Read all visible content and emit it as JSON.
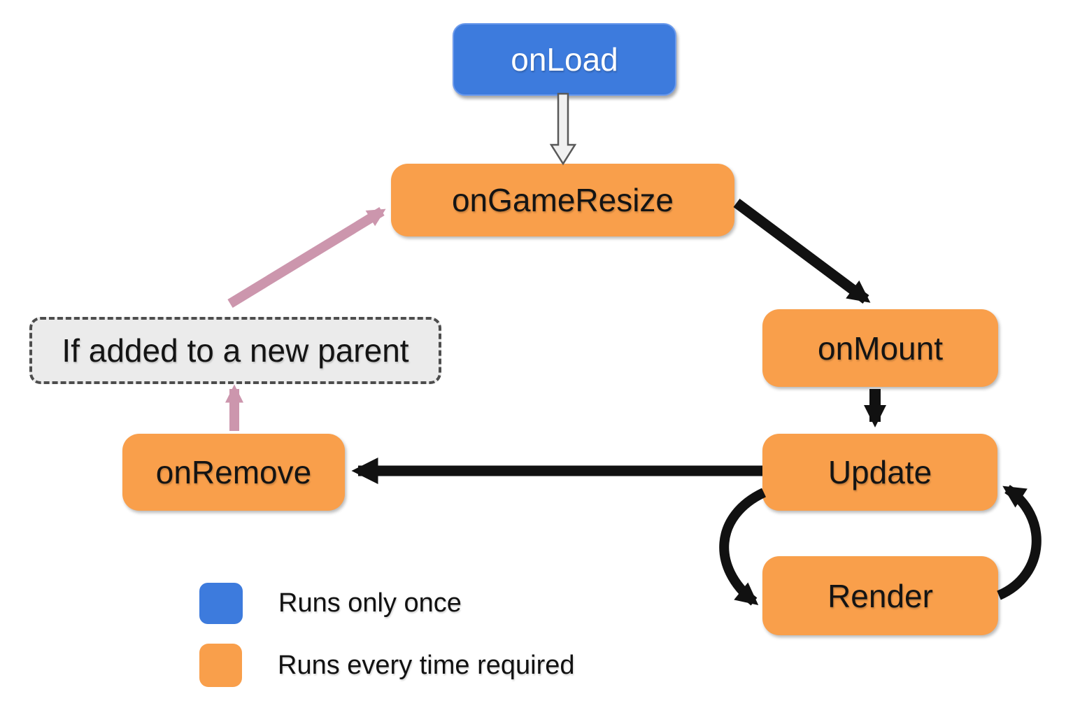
{
  "diagram": {
    "nodes": {
      "onload": {
        "label": "onLoad",
        "type": "runs-once"
      },
      "ongameresize": {
        "label": "onGameResize",
        "type": "runs-every-time"
      },
      "onmount": {
        "label": "onMount",
        "type": "runs-every-time"
      },
      "update": {
        "label": "Update",
        "type": "runs-every-time"
      },
      "render": {
        "label": "Render",
        "type": "runs-every-time"
      },
      "onremove": {
        "label": "onRemove",
        "type": "runs-every-time"
      },
      "condition": {
        "label": "If added to a new parent",
        "type": "condition"
      }
    },
    "edges": [
      {
        "from": "onLoad",
        "to": "onGameResize",
        "style": "white-outlined"
      },
      {
        "from": "onGameResize",
        "to": "onMount",
        "style": "black"
      },
      {
        "from": "onMount",
        "to": "Update",
        "style": "black"
      },
      {
        "from": "Update",
        "to": "onRemove",
        "style": "black"
      },
      {
        "from": "Update",
        "to": "Render",
        "style": "black-curved"
      },
      {
        "from": "Render",
        "to": "Update",
        "style": "black-curved"
      },
      {
        "from": "onRemove",
        "to": "If added to a new parent",
        "style": "pink"
      },
      {
        "from": "If added to a new parent",
        "to": "onGameResize",
        "style": "pink"
      }
    ],
    "legend": [
      {
        "label": "Runs only once",
        "color": "#3d7bdd"
      },
      {
        "label": "Runs every time required",
        "color": "#f99f4b"
      }
    ],
    "colors": {
      "runs_once": "#3d7bdd",
      "runs_every_time": "#f99f4b",
      "condition_fill": "#ebebeb",
      "condition_border": "#4d4d4d",
      "arrow_black": "#111111",
      "arrow_pink": "#cc96ad",
      "arrow_outline_fill": "#f1f1f1",
      "arrow_outline_stroke": "#595959"
    }
  }
}
